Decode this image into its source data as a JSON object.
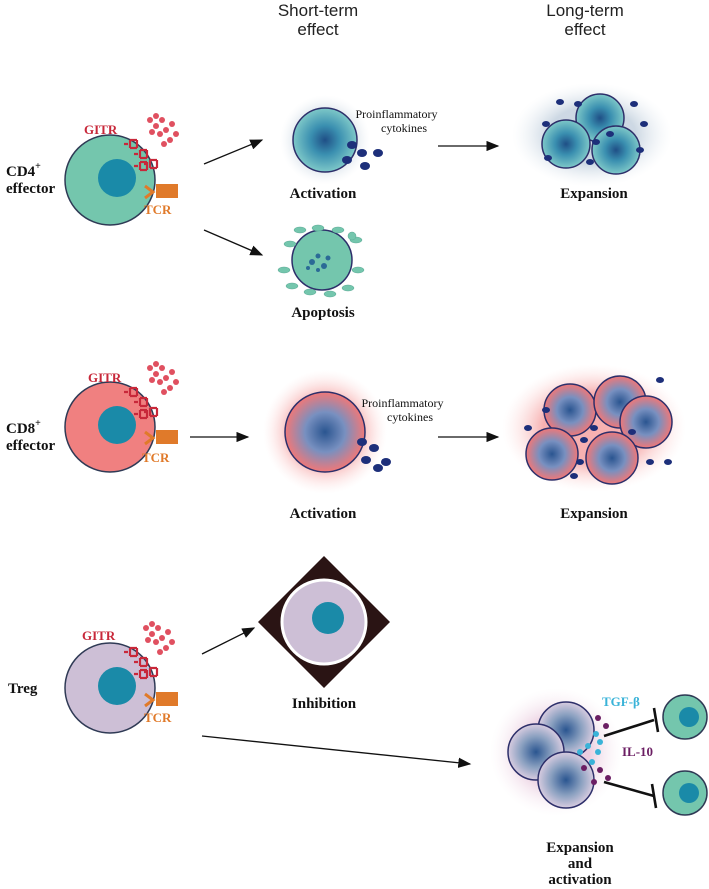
{
  "headers": {
    "short_term_l1": "Short-term",
    "short_term_l2": "effect",
    "long_term_l1": "Long-term",
    "long_term_l2": "effect"
  },
  "rows": {
    "cd4": {
      "name_l1": "CD4",
      "sup": "+",
      "name_l2": "effector",
      "receptor": "GITR",
      "tcr": "TCR",
      "cytokines_l1": "Proinflammatory",
      "cytokines_l2": "cytokines",
      "activation": "Activation",
      "apoptosis": "Apoptosis",
      "expansion": "Expansion"
    },
    "cd8": {
      "name_l1": "CD8",
      "sup": "+",
      "name_l2": "effector",
      "receptor": "GITR",
      "tcr": "TCR",
      "cytokines_l1": "Proinflammatory",
      "cytokines_l2": "cytokines",
      "activation": "Activation",
      "expansion": "Expansion"
    },
    "treg": {
      "name": "Treg",
      "receptor": "GITR",
      "tcr": "TCR",
      "inhibition": "Inhibition",
      "tgf": "TGF-β",
      "il10": "IL-10",
      "expansion_l1": "Expansion",
      "expansion_l2": "and",
      "expansion_l3": "activation"
    }
  },
  "colors": {
    "cd4_cell": "#74c6ad",
    "cd8_cell": "#f08080",
    "treg_cell": "#cdbfd6",
    "nucleus": "#1a8aa8",
    "gitr": "#c8283a",
    "tcr": "#e07a2a",
    "cytokine": "#1d2f7a",
    "tgf": "#3ab3d8",
    "il10": "#6b1e63"
  }
}
